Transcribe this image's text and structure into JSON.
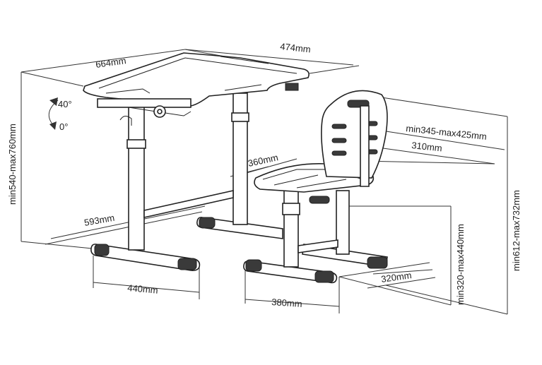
{
  "labels": {
    "desk_width": "664mm",
    "desk_depth": "474mm",
    "tilt_max": "40°",
    "tilt_min": "0°",
    "desk_height": "min540-max760mm",
    "seat_back_height": "min345-max425mm",
    "backrest_width": "310mm",
    "seat_depth": "360mm",
    "desk_base_depth": "593mm",
    "desk_base_width": "440mm",
    "chair_base_width": "380mm",
    "chair_base_depth": "320mm",
    "seat_height": "min320-max440mm",
    "chair_total_height": "min612-max732mm"
  }
}
